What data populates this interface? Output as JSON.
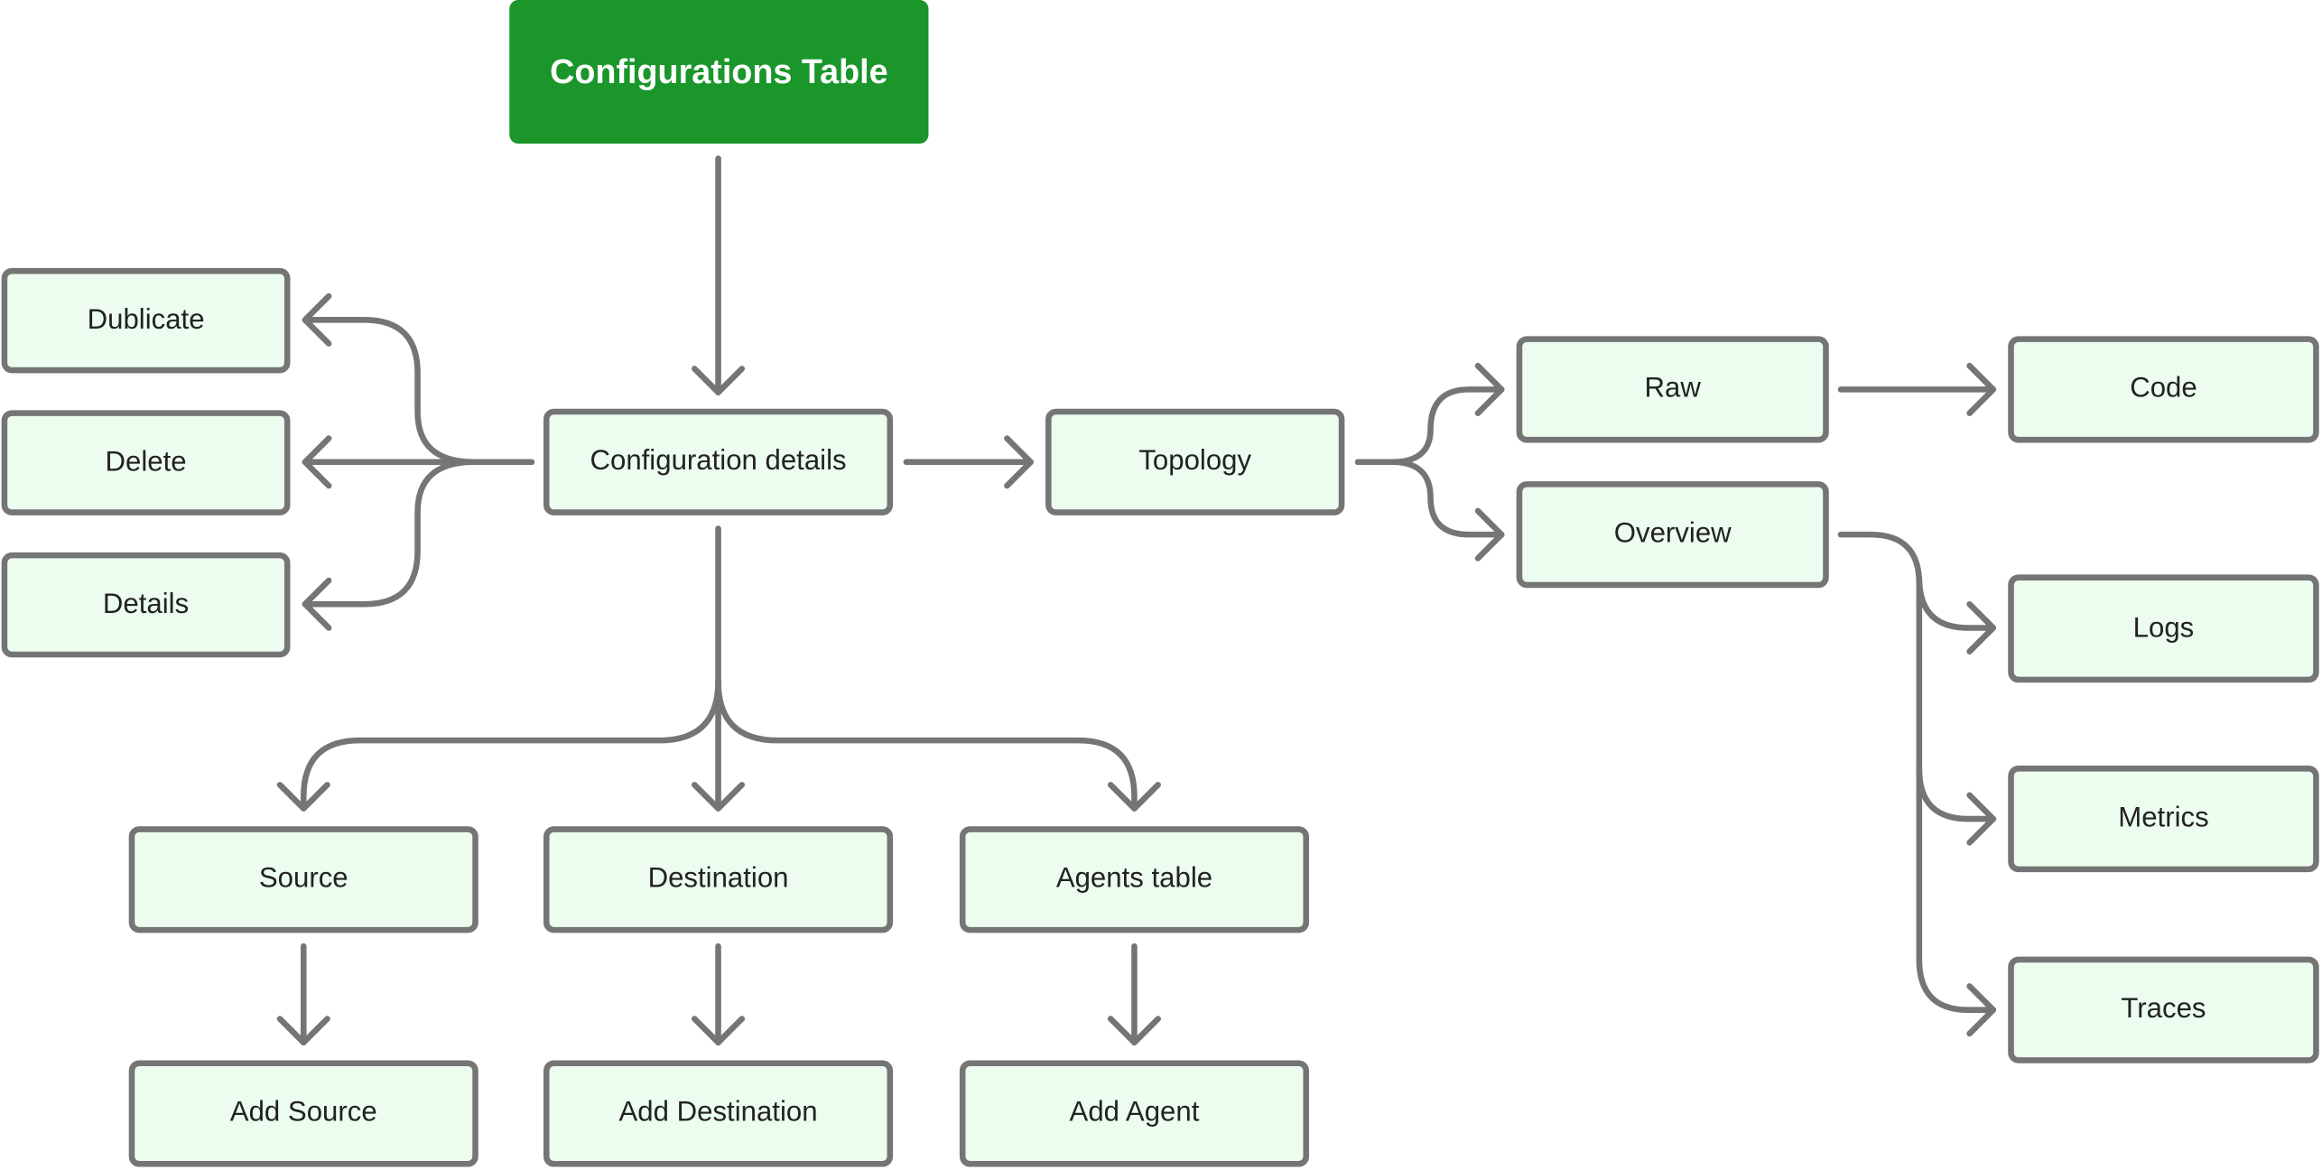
{
  "diagram": {
    "colors": {
      "root_fill": "#1a962a",
      "root_text": "#ffffff",
      "node_fill": "#ecfdef",
      "node_border": "#757575",
      "node_text": "#222222",
      "connector": "#757575"
    },
    "nodes": {
      "configurations_table": "Configurations Table",
      "configuration_details": "Configuration details",
      "dublicate": "Dublicate",
      "delete": "Delete",
      "details": "Details",
      "topology": "Topology",
      "raw": "Raw",
      "code": "Code",
      "overview": "Overview",
      "logs": "Logs",
      "metrics": "Metrics",
      "traces": "Traces",
      "source": "Source",
      "destination": "Destination",
      "agents_table": "Agents table",
      "add_source": "Add Source",
      "add_destination": "Add Destination",
      "add_agent": "Add Agent"
    },
    "edges": [
      [
        "configurations_table",
        "configuration_details"
      ],
      [
        "configuration_details",
        "dublicate"
      ],
      [
        "configuration_details",
        "delete"
      ],
      [
        "configuration_details",
        "details"
      ],
      [
        "configuration_details",
        "topology"
      ],
      [
        "configuration_details",
        "source"
      ],
      [
        "configuration_details",
        "destination"
      ],
      [
        "configuration_details",
        "agents_table"
      ],
      [
        "topology",
        "raw"
      ],
      [
        "topology",
        "overview"
      ],
      [
        "raw",
        "code"
      ],
      [
        "overview",
        "logs"
      ],
      [
        "overview",
        "metrics"
      ],
      [
        "overview",
        "traces"
      ],
      [
        "source",
        "add_source"
      ],
      [
        "destination",
        "add_destination"
      ],
      [
        "agents_table",
        "add_agent"
      ]
    ]
  }
}
